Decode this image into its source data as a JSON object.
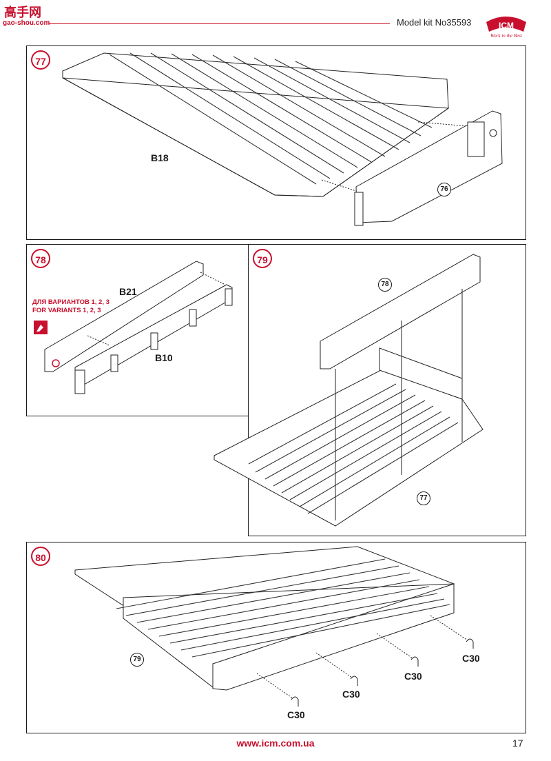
{
  "header": {
    "site_logo_text": "高手网",
    "site_logo_sub": "gao-shou.com",
    "kit_title": "Model kit No35593",
    "brand": "ICM",
    "brand_tagline": "Work in the Best"
  },
  "steps": [
    {
      "number": "77",
      "parts": [
        "B18"
      ],
      "ref": "76"
    },
    {
      "number": "78",
      "parts": [
        "B21",
        "B10"
      ],
      "variant_note": [
        "ДЛЯ ВАРИАНТОВ 1, 2, 3",
        "FOR VARIANTS 1, 2, 3"
      ]
    },
    {
      "number": "79",
      "refs": [
        "78",
        "77"
      ]
    },
    {
      "number": "80",
      "ref": "79",
      "parts": [
        "C30",
        "C30",
        "C30",
        "C30"
      ]
    }
  ],
  "footer": {
    "url": "www.icm.com.ua",
    "page_number": "17"
  }
}
